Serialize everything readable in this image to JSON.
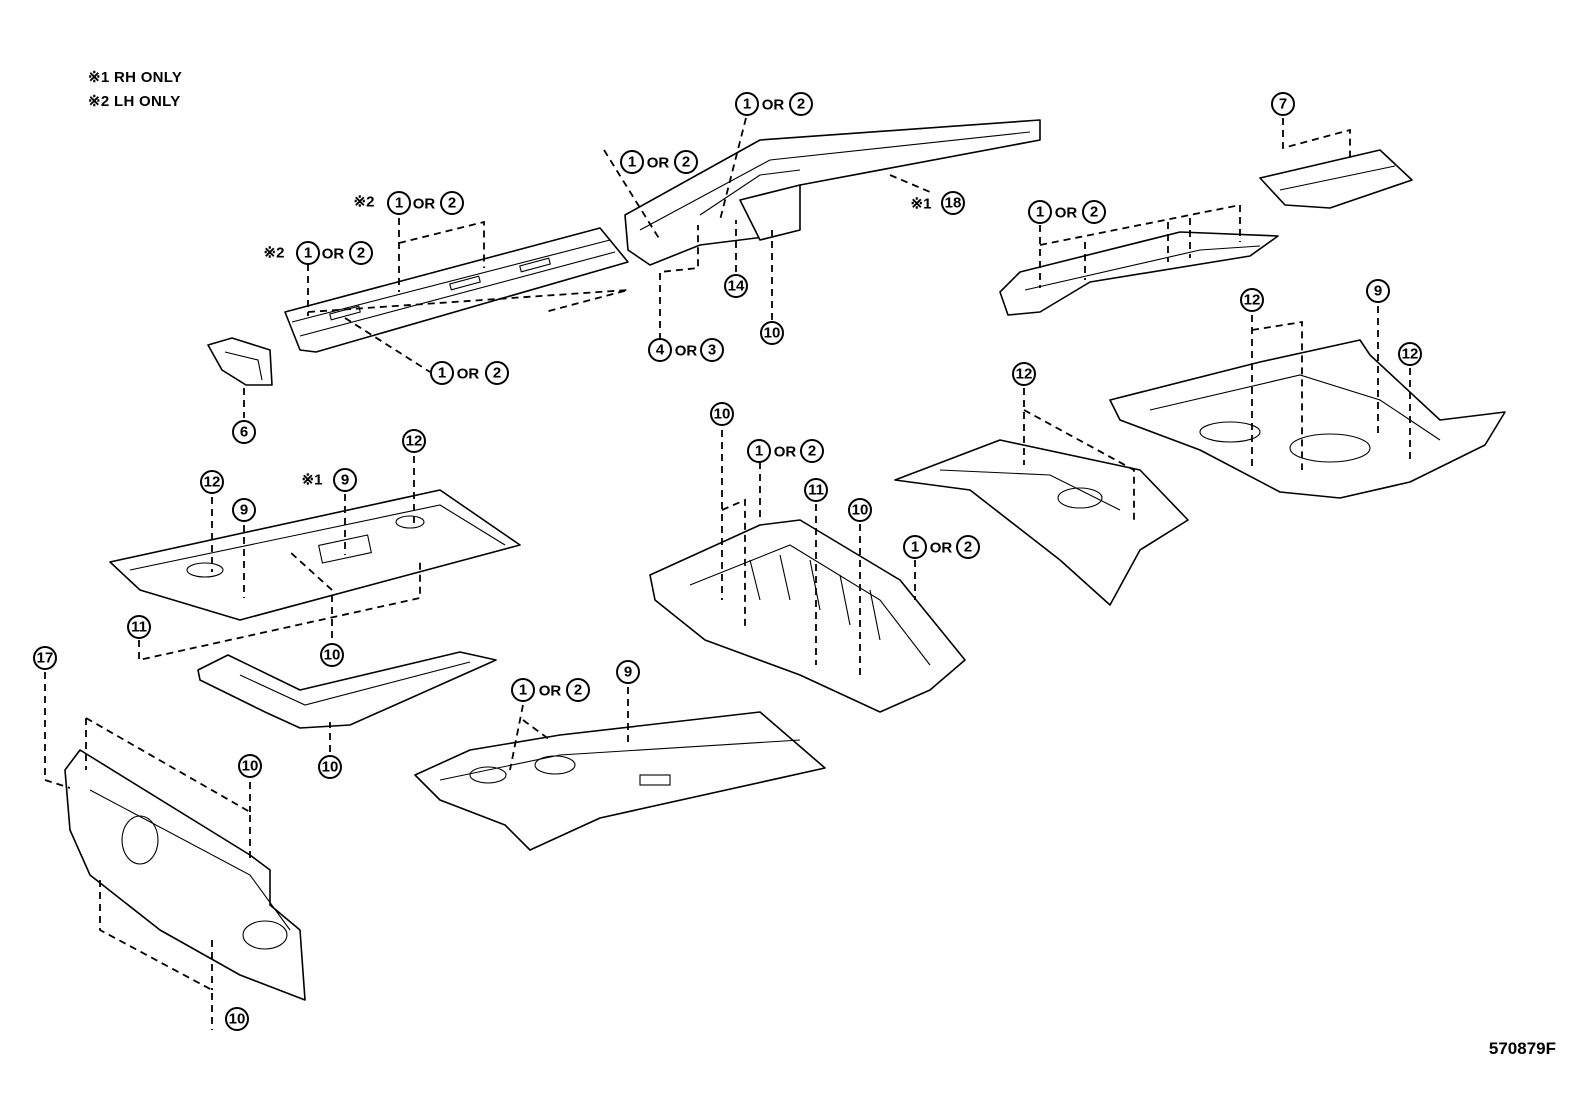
{
  "legend": {
    "note1": "※1 RH ONLY",
    "note2": "※2 LH ONLY"
  },
  "figure_id": "570879F",
  "labels": {
    "or": "OR",
    "mark1": "※1",
    "mark2": "※2"
  },
  "callouts": [
    "1",
    "2",
    "3",
    "4",
    "6",
    "7",
    "9",
    "10",
    "11",
    "12",
    "14",
    "17",
    "18"
  ]
}
